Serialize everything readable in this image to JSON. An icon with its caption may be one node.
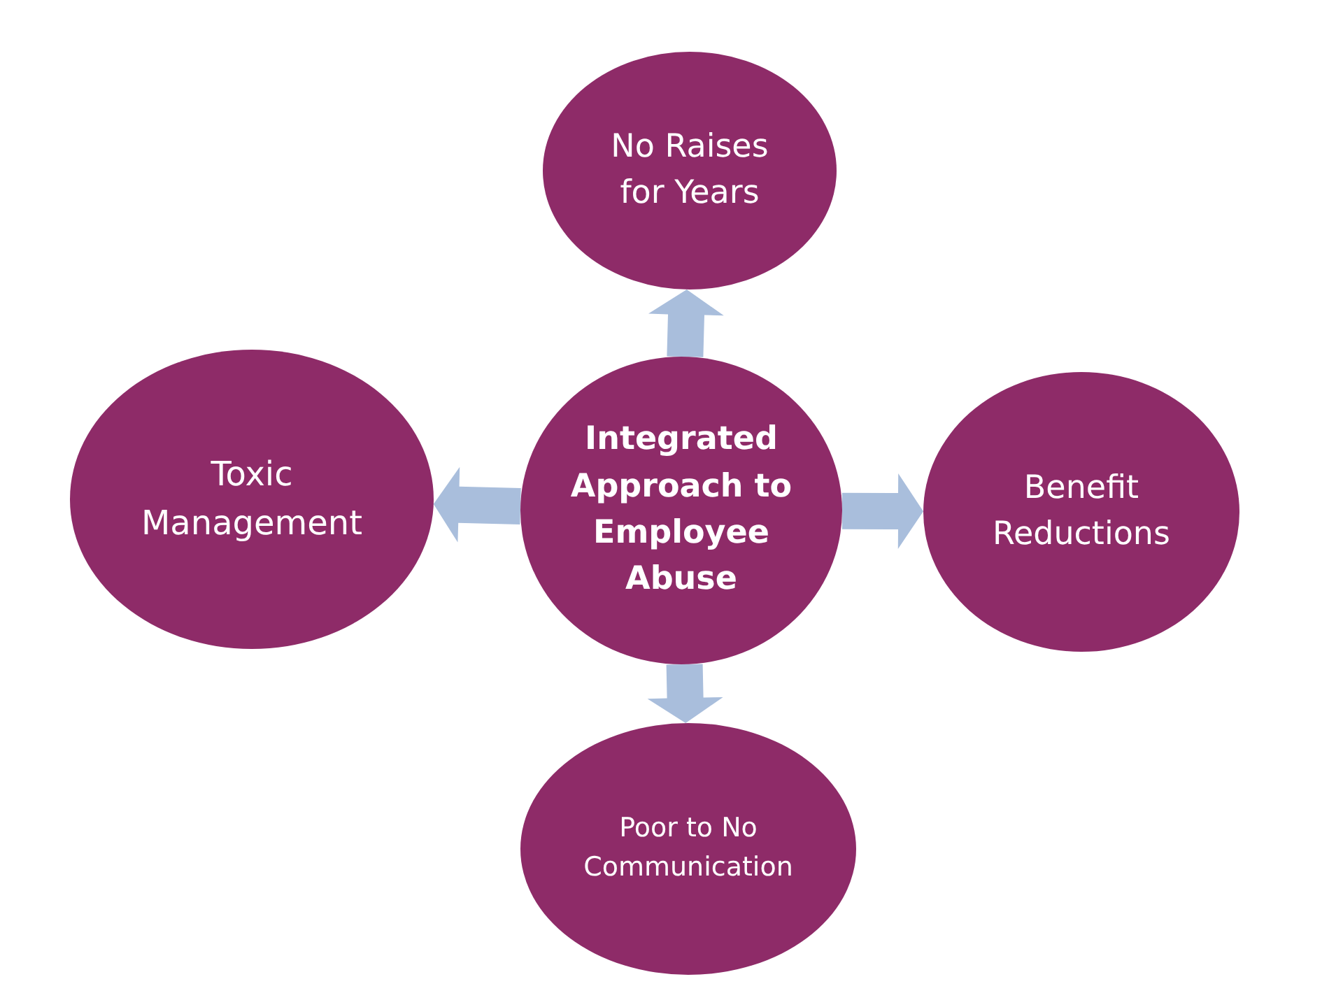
{
  "diagram": {
    "nodes": [
      {
        "text": [
          "No Raises for Years"
        ]
      },
      {
        "text": [
          "Toxic Management"
        ]
      },
      {
        "text": [
          "Integrated Approach to Employee Abuse"
        ]
      },
      {
        "text": [
          "Benefit Reductions"
        ]
      },
      {
        "text": [
          "Poor to No Communication"
        ]
      }
    ],
    "edges": [
      {
        "from": 2,
        "to": 0,
        "arrow": "to"
      },
      {
        "from": 2,
        "to": 1,
        "arrow": "to"
      },
      {
        "from": 2,
        "to": 3,
        "arrow": "to"
      },
      {
        "from": 2,
        "to": 4,
        "arrow": "to"
      }
    ]
  }
}
